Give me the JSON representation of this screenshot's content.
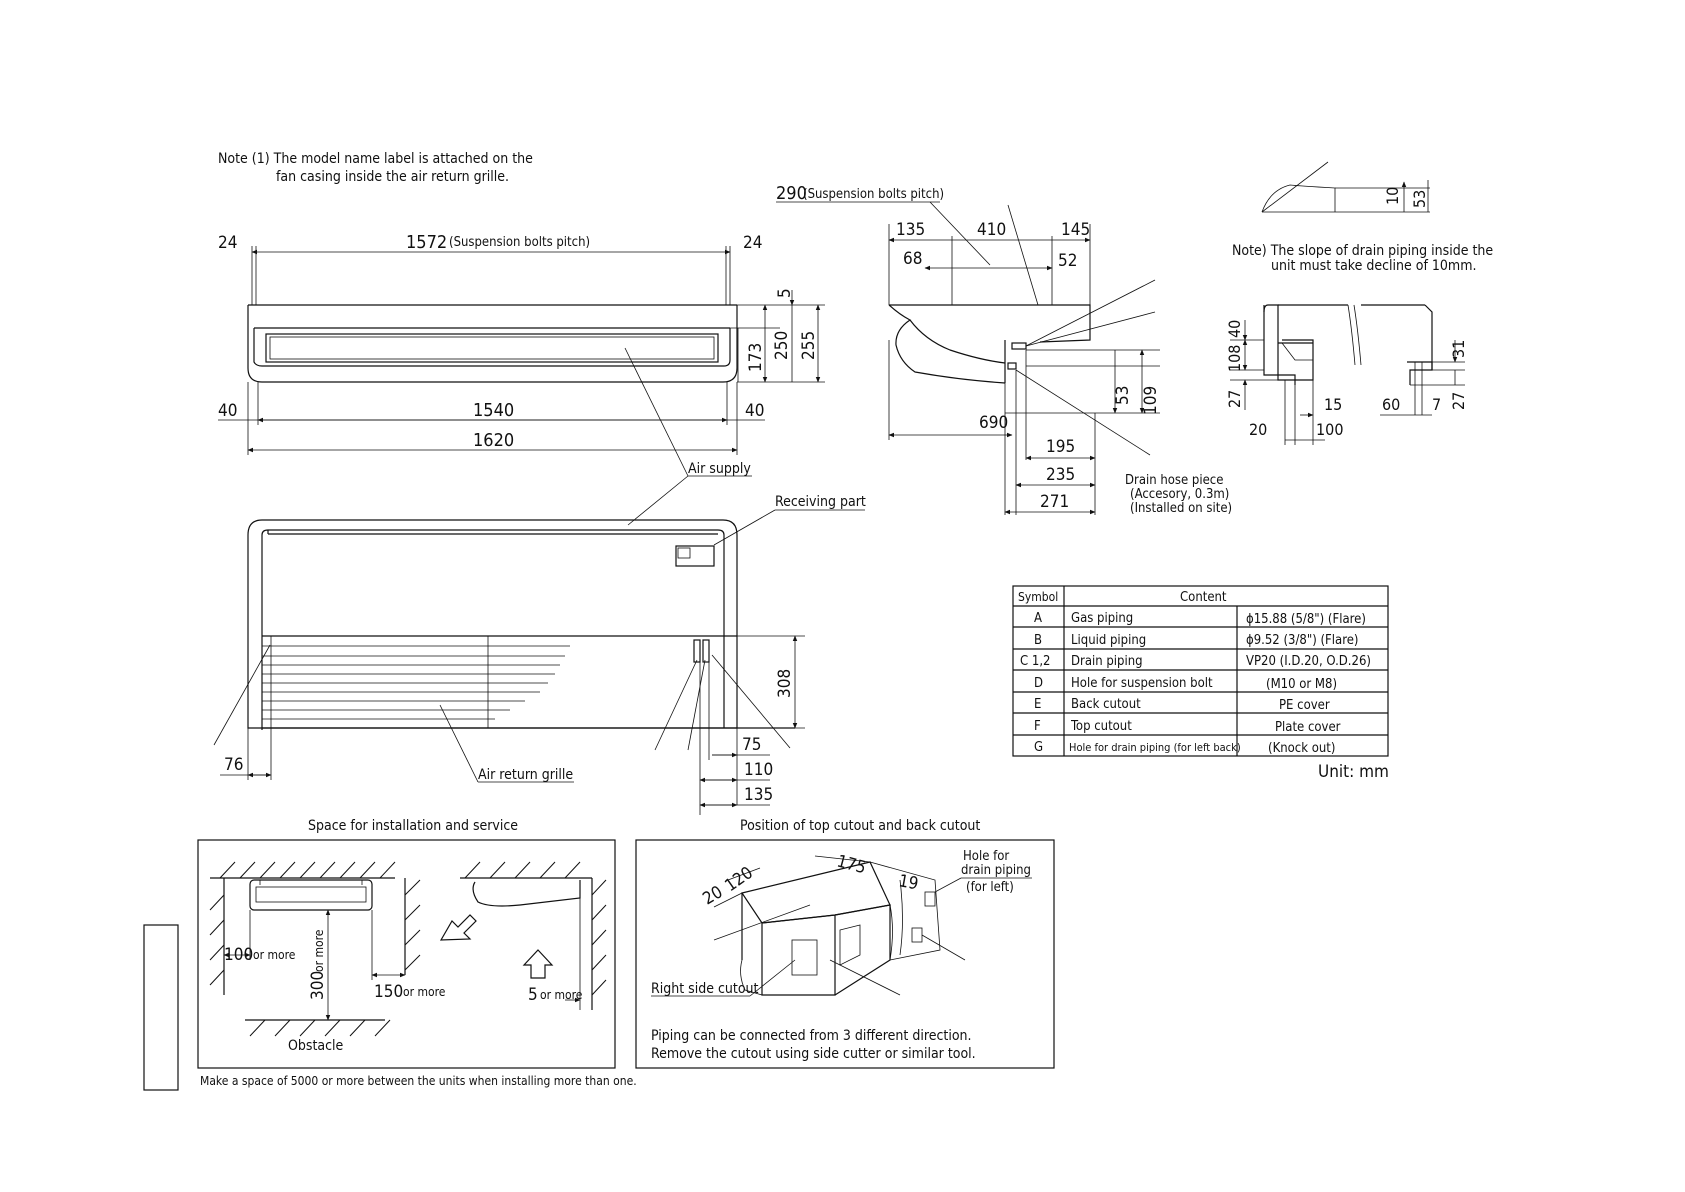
{
  "notes": {
    "model_label_1": "Note (1) The model name label is attached on the",
    "model_label_2": "fan casing inside the air return grille.",
    "slope_1": "Note) The slope of drain piping inside the",
    "slope_2": "unit must take decline of 10mm."
  },
  "front_view": {
    "dims": {
      "d24a": "24",
      "pitch": "1572",
      "d24b": "24",
      "d5": "5",
      "d173": "173",
      "d250": "250",
      "d255": "255",
      "d40a": "40",
      "d1540": "1540",
      "d40b": "40",
      "d1620": "1620"
    },
    "pitch_note": "(Suspension bolts pitch)"
  },
  "side_view": {
    "dims": {
      "d290": "290",
      "d135": "135",
      "d410": "410",
      "d145": "145",
      "d68": "68",
      "d52": "52",
      "d690": "690",
      "d53": "53",
      "d109": "109",
      "d195": "195",
      "d235": "235",
      "d271": "271"
    },
    "pitch_note": "(Suspension bolts pitch)",
    "drain_1": "Drain hose piece",
    "drain_2": "(Accesory, 0.3m)",
    "drain_3": "(Installed on site)"
  },
  "drain_detail": {
    "dims": {
      "d10": "10",
      "d53": "53",
      "d40": "40",
      "d108": "108",
      "d27a": "27",
      "d20": "20",
      "d15": "15",
      "d100": "100",
      "d60": "60",
      "d7": "7",
      "d31": "31",
      "d27b": "27"
    }
  },
  "bottom_view": {
    "air_supply": "Air supply",
    "receiving_part": "Receiving part",
    "air_return_grille": "Air return grille",
    "dims": {
      "d308": "308",
      "d76": "76",
      "d75": "75",
      "d110": "110",
      "d135": "135"
    }
  },
  "table": {
    "head_symbol": "Symbol",
    "head_content": "Content",
    "rows": [
      {
        "symbol": "A",
        "content": "Gas piping",
        "spec": "ϕ15.88 (5/8\") (Flare)"
      },
      {
        "symbol": "B",
        "content": "Liquid piping",
        "spec": "ϕ9.52 (3/8\") (Flare)"
      },
      {
        "symbol": "C 1,2",
        "content": "Drain piping",
        "spec": "VP20 (I.D.20, O.D.26)"
      },
      {
        "symbol": "D",
        "content": "Hole for suspension bolt",
        "spec": "(M10 or M8)"
      },
      {
        "symbol": "E",
        "content": "Back cutout",
        "spec": "PE cover"
      },
      {
        "symbol": "F",
        "content": "Top cutout",
        "spec": "Plate cover"
      },
      {
        "symbol": "G",
        "content": "Hole for drain piping (for left back)",
        "spec": "(Knock out)"
      }
    ],
    "unit": "Unit: mm"
  },
  "space_box": {
    "title": "Space for installation and service",
    "d100": "100",
    "or_more": "or more",
    "d300": "300",
    "d150": "150",
    "d5": "5",
    "obstacle": "Obstacle",
    "footnote": "Make a space of 5000 or more between the units when installing more than one."
  },
  "cutout_box": {
    "title": "Position of top cutout and back cutout",
    "d20": "20",
    "d120": "120",
    "d175": "175",
    "d19": "19",
    "hole_1": "Hole for",
    "hole_2": "drain piping",
    "hole_3": "(for left)",
    "right_side": "Right side cutout",
    "note_1": "Piping can be connected from 3 different direction.",
    "note_2": "Remove the cutout using side cutter or similar tool."
  }
}
